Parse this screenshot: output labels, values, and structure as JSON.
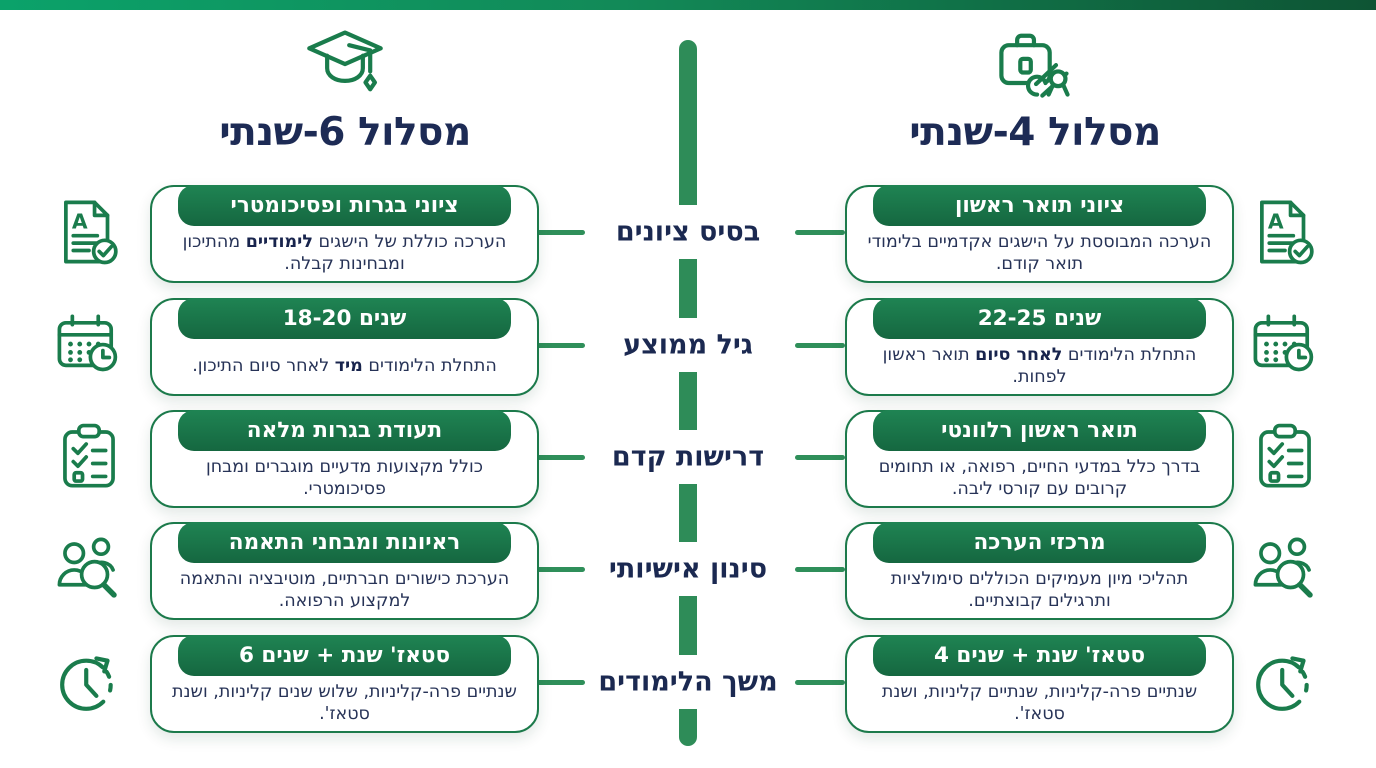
{
  "colors": {
    "accent_green": "#1a7c4c",
    "pill_green": "#17744a",
    "timeline_green": "#2e8c58",
    "navy_text": "#1d2b55",
    "topbar_gradient_start": "#0ba26a",
    "topbar_gradient_end": "#0e5434"
  },
  "center": {
    "labels": [
      "בסיס ציונים",
      "גיל ממוצע",
      "דרישות קדם",
      "סינון אישיותי",
      "משך הלימודים"
    ]
  },
  "tracks": {
    "six_year": {
      "title": "מסלול 6-שנתי",
      "icon": "graduation-cap-icon",
      "cards": [
        {
          "title": "ציוני בגרות ופסיכומטרי",
          "icon": "grade-certificate-icon",
          "body": [
            {
              "t": "הערכה כוללת של הישגים "
            },
            {
              "t": "לימודיים",
              "b": true
            },
            {
              "t": " מהתיכון ומבחינות קבלה."
            }
          ]
        },
        {
          "title": "18-20 שנים",
          "icon": "calendar-clock-icon",
          "body": [
            {
              "t": "התחלת הלימודים "
            },
            {
              "t": "מיד",
              "b": true
            },
            {
              "t": " לאחר סיום התיכון."
            }
          ]
        },
        {
          "title": "תעודת בגרות מלאה",
          "icon": "checklist-clipboard-icon",
          "body": [
            {
              "t": "כולל מקצועות מדעיים מוגברים ומבחן פסיכומטרי."
            }
          ]
        },
        {
          "title": "ראיונות ומבחני התאמה",
          "icon": "people-search-icon",
          "body": [
            {
              "t": "הערכת כישורים חברתיים, מוטיבציה והתאמה למקצוע הרפואה."
            }
          ]
        },
        {
          "title": "6 שנים + שנת סטאז'",
          "icon": "clock-refresh-icon",
          "body": [
            {
              "t": "שנתיים פרה-קליניות, שלוש שנים קליניות, ושנת סטאז'."
            }
          ]
        }
      ]
    },
    "four_year": {
      "title": "מסלול 4-שנתי",
      "icon": "briefcase-diploma-icon",
      "cards": [
        {
          "title": "ציוני תואר ראשון",
          "icon": "grade-certificate-icon",
          "body": [
            {
              "t": "הערכה המבוססת על הישגים אקדמיים בלימודי תואר קודם."
            }
          ]
        },
        {
          "title": "22-25 שנים",
          "icon": "calendar-clock-icon",
          "body": [
            {
              "t": "התחלת הלימודים "
            },
            {
              "t": "לאחר סיום",
              "b": true
            },
            {
              "t": " תואר ראשון לפחות."
            }
          ]
        },
        {
          "title": "תואר ראשון רלוונטי",
          "icon": "checklist-clipboard-icon",
          "body": [
            {
              "t": "בדרך כלל במדעי החיים, רפואה, או תחומים קרובים עם קורסי ליבה."
            }
          ]
        },
        {
          "title": "מרכזי הערכה",
          "icon": "people-search-icon",
          "body": [
            {
              "t": "תהליכי מיון מעמיקים הכוללים סימולציות ותרגילים קבוצתיים."
            }
          ]
        },
        {
          "title": "4 שנים + שנת סטאז'",
          "icon": "clock-refresh-icon",
          "body": [
            {
              "t": "שנתיים פרה-קליניות, שנתיים קליניות, ושנת סטאז'."
            }
          ]
        }
      ]
    }
  }
}
